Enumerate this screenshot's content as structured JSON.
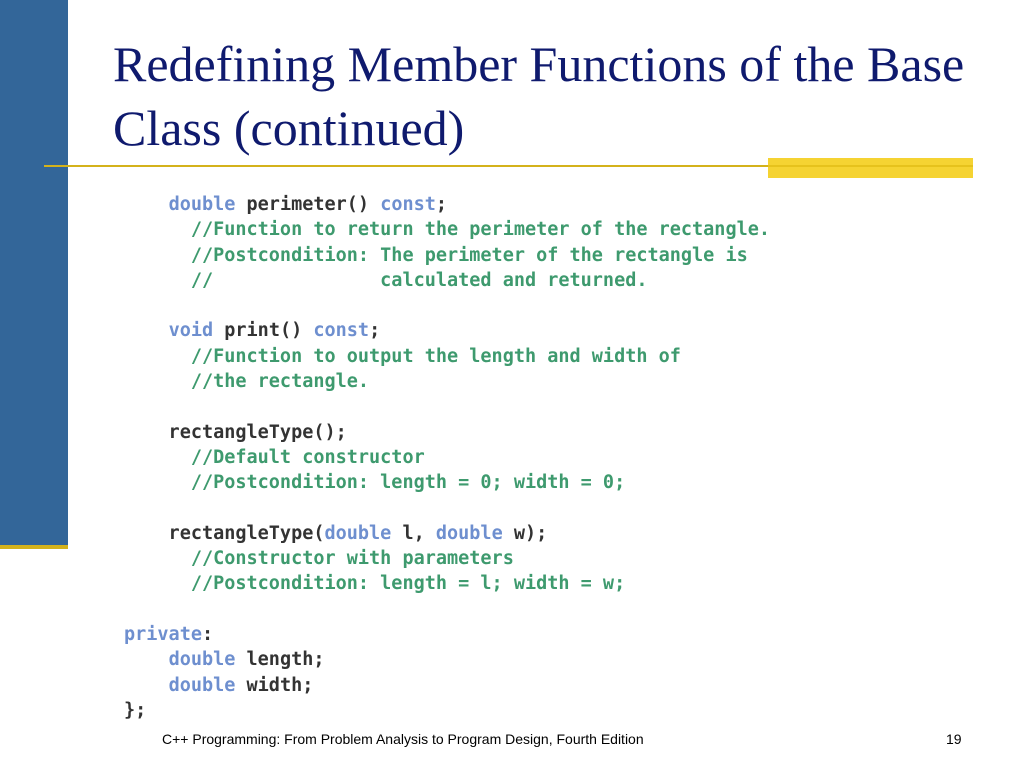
{
  "slide": {
    "title": "Redefining Member Functions of the Base Class (continued)",
    "footer": "C++ Programming: From Problem Analysis to Program Design, Fourth Edition",
    "page_number": "19"
  },
  "code_lines": [
    [
      {
        "t": "    "
      },
      {
        "t": "double",
        "c": "kw"
      },
      {
        "t": " perimeter() "
      },
      {
        "t": "const",
        "c": "kw"
      },
      {
        "t": ";"
      }
    ],
    [
      {
        "t": "      "
      },
      {
        "t": "//Function to return the perimeter of the rectangle.",
        "c": "cm"
      }
    ],
    [
      {
        "t": "      "
      },
      {
        "t": "//Postcondition: The perimeter of the rectangle is",
        "c": "cm"
      }
    ],
    [
      {
        "t": "      "
      },
      {
        "t": "//               calculated and returned.",
        "c": "cm"
      }
    ],
    [],
    [
      {
        "t": "    "
      },
      {
        "t": "void",
        "c": "kw"
      },
      {
        "t": " print() "
      },
      {
        "t": "const",
        "c": "kw"
      },
      {
        "t": ";"
      }
    ],
    [
      {
        "t": "      "
      },
      {
        "t": "//Function to output the length and width of",
        "c": "cm"
      }
    ],
    [
      {
        "t": "      "
      },
      {
        "t": "//the rectangle.",
        "c": "cm"
      }
    ],
    [],
    [
      {
        "t": "    rectangleType();"
      }
    ],
    [
      {
        "t": "      "
      },
      {
        "t": "//Default constructor",
        "c": "cm"
      }
    ],
    [
      {
        "t": "      "
      },
      {
        "t": "//Postcondition: length = 0; width = 0;",
        "c": "cm"
      }
    ],
    [],
    [
      {
        "t": "    rectangleType("
      },
      {
        "t": "double",
        "c": "kw"
      },
      {
        "t": " l, "
      },
      {
        "t": "double",
        "c": "kw"
      },
      {
        "t": " w);"
      }
    ],
    [
      {
        "t": "      "
      },
      {
        "t": "//Constructor with parameters",
        "c": "cm"
      }
    ],
    [
      {
        "t": "      "
      },
      {
        "t": "//Postcondition: length = l; width = w;",
        "c": "cm"
      }
    ],
    [],
    [
      {
        "t": "private",
        "c": "kw"
      },
      {
        "t": ":"
      }
    ],
    [
      {
        "t": "    "
      },
      {
        "t": "double",
        "c": "kw"
      },
      {
        "t": " length;"
      }
    ],
    [
      {
        "t": "    "
      },
      {
        "t": "double",
        "c": "kw"
      },
      {
        "t": " width;"
      }
    ],
    [
      {
        "t": "};"
      }
    ]
  ],
  "colors": {
    "sidebar": "#336699",
    "accent": "#f5d332",
    "title": "#0f1a6e",
    "keyword": "#6e8fcf",
    "comment": "#3e9a6e",
    "code_text": "#333333"
  }
}
